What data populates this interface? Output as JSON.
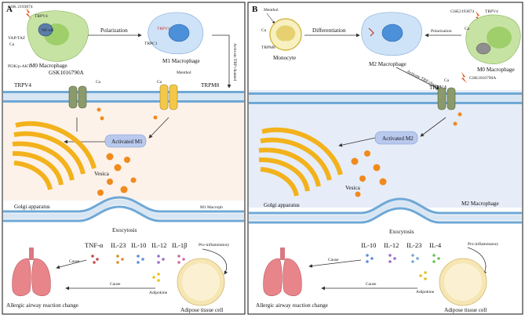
{
  "panels": [
    {
      "id": "A",
      "labels": {
        "panel": "A",
        "inhibitor_top": "GSK 2193874",
        "trpv4_top": "TRPV4",
        "nfkb": "NF-κB",
        "yap": "YAP/TAZ",
        "ca": "Ca",
        "pi3k": "PI3K/p-AKT",
        "m0": "M0 Macrophage",
        "polarization": "Polarization",
        "trpv4_m1": "TRPV4",
        "trpc1": "TRPC1",
        "m1": "M1 Macrophage",
        "activate": "Activate TRP channel",
        "agonist": "GSK1016790A",
        "ca_left": "Ca",
        "ca_right": "Ca",
        "menthol": "Menthol",
        "trpv4_mem": "TRPV4",
        "trpm8": "TRPM8",
        "activated": "Activated M1",
        "vesica": "Vesica",
        "golgi": "Golgi apparatus",
        "macro_cut": "M1 Macroph",
        "exocytosis": "Exocytosis",
        "pro_inflammatory": "Pro-inflammatory",
        "cause_top": "Cause",
        "cause_bottom": "Cause",
        "allergic": "Allergic airway reaction change",
        "adipokine": "Adipokine",
        "adipose": "Adipose tissue cell"
      },
      "cytokines": [
        "TNF-α",
        "IL-23",
        "IL-10",
        "IL-12",
        "IL-1β"
      ]
    },
    {
      "id": "B",
      "labels": {
        "panel": "B",
        "menthol": "Menthol",
        "ca": "Ca",
        "trpm8": "TRPM8",
        "monocyte": "Monocyte",
        "differentiation": "Differentiation",
        "m2": "M2 Macrophage",
        "polarization": "Polarization",
        "inhibitor": "GSK2193874",
        "trpv4_top": "TRPV4",
        "ca_m0": "Ca",
        "m0": "M0 Macrophage",
        "agonist": "GSK1016790A",
        "activate": "Activate TRP channel",
        "trpv4_mem": "TRPV4",
        "ca_mem": "Ca",
        "activated": "Activated M2",
        "vesica": "Vesica",
        "golgi": "Golgi apparatus",
        "m2_right": "M2 Macrophage",
        "exocytosis": "Exocytosis",
        "pro_inflammatory": "Pro-inflammatory",
        "cause_top": "Cause",
        "cause_bottom": "Cause",
        "allergic": "Allergic airway reaction change",
        "adipokine": "Adipokine",
        "adipose": "Adipose tissue cell"
      },
      "cytokines": [
        "IL-10",
        "IL-12",
        "IL-23",
        "IL-4"
      ]
    }
  ],
  "colors": {
    "panel_a_bg": "#fdf2ea",
    "panel_b_bg": "#e6edf8",
    "membrane_head": "#6fa8d6",
    "golgi": "#f3b21c",
    "vesicle": "#f08a1c",
    "activated_box": "#b9c9ee",
    "lung": "#e8858b",
    "adipose": "#f6e6b3",
    "lightning": "#e2561f"
  }
}
